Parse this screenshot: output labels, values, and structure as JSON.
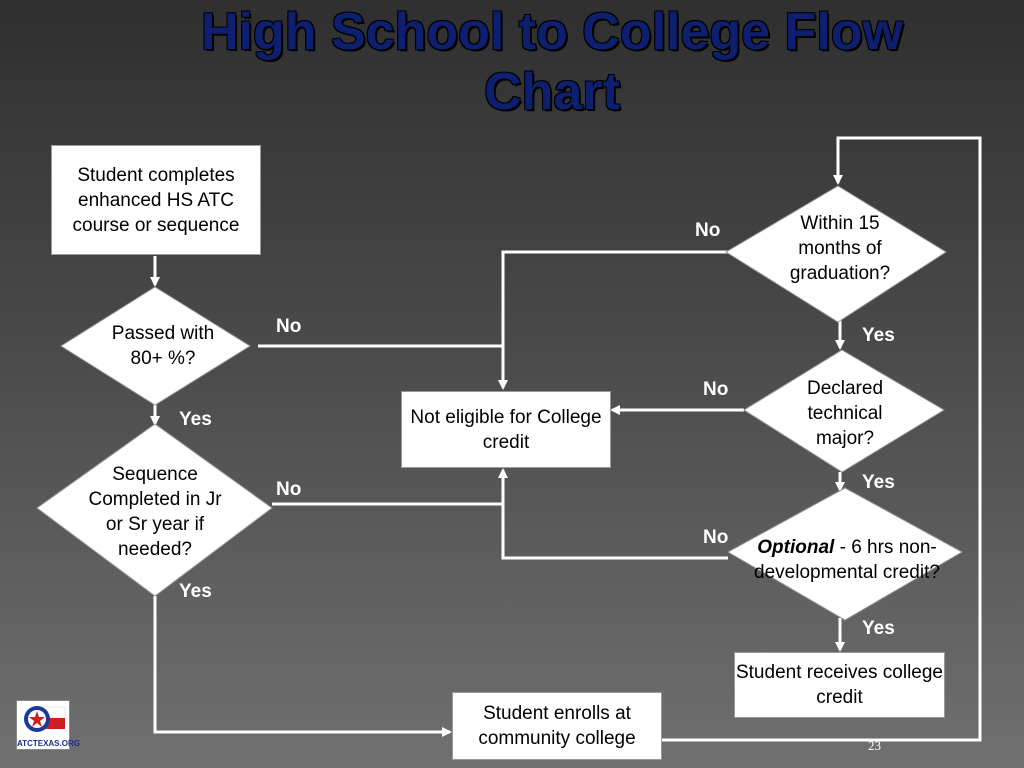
{
  "title": {
    "line1": "High School to College Flow",
    "line2": "Chart"
  },
  "nodes": {
    "start": "Student completes enhanced HS ATC course or sequence",
    "passed": "Passed with 80+ %?",
    "sequence": "Sequence Completed in Jr or Sr year if needed?",
    "not_eligible": "Not eligible for College credit",
    "within15": "Within 15 months of graduation?",
    "declared": "Declared technical major?",
    "optional_em": "Optional",
    "optional_rest": " - 6 hrs non-developmental credit?",
    "receives": "Student receives college credit",
    "enrolls": "Student enrolls at community college"
  },
  "labels": {
    "no": "No",
    "yes": "Yes"
  },
  "logo": {
    "text": "ATCTEXAS.ORG",
    "colors": {
      "blue": "#1a3a9a",
      "red": "#cc1f1f"
    }
  },
  "page_number": "23",
  "colors": {
    "title": "#0d1f6e",
    "lines": "#ffffff"
  }
}
